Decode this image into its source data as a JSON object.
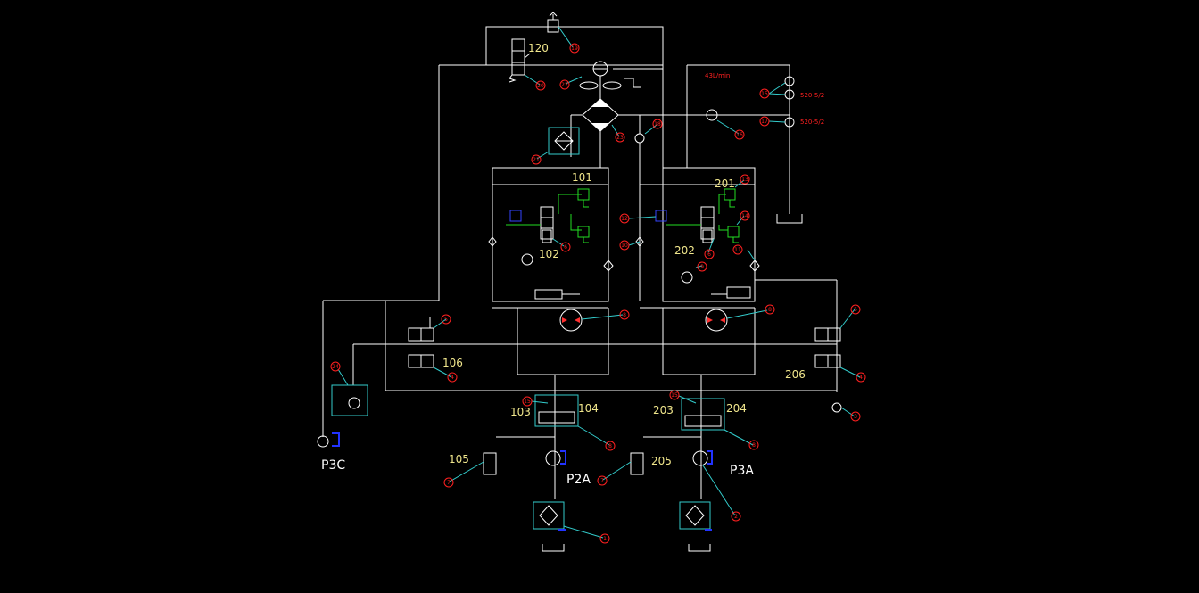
{
  "colors": {
    "background": "#000000",
    "line": "#ffffff",
    "pilot": "#22dd22",
    "filter": "#33cccc",
    "balloon": "#ff2020",
    "label": "#f0e68c",
    "drive": "#2233ff"
  },
  "labels": {
    "l101": "101",
    "l102": "102",
    "l103": "103",
    "l104": "104",
    "l105": "105",
    "l106": "106",
    "l120": "120",
    "l201": "201",
    "l202": "202",
    "l203": "203",
    "l204": "204",
    "l205": "205",
    "l206": "206"
  },
  "pumps": {
    "p3c": "P3C",
    "p2a": "P2A",
    "p3a": "P3A"
  },
  "notes": {
    "flow": "43L/min",
    "gauge1": "520-5/2",
    "gauge2": "520-5/2"
  },
  "balloons": {
    "b1": "1",
    "b2": "2",
    "b3": "3",
    "b4": "4",
    "b5": "5",
    "b6": "6",
    "b7": "7",
    "b8": "8",
    "b9": "9",
    "b10": "10",
    "b11": "11",
    "b12": "12",
    "b13": "13",
    "b14": "14",
    "b15": "15",
    "b16": "16",
    "b17": "17",
    "b18": "18",
    "b19": "19",
    "b20": "20",
    "b21": "21",
    "b22": "22",
    "b23": "23",
    "b24": "24"
  }
}
